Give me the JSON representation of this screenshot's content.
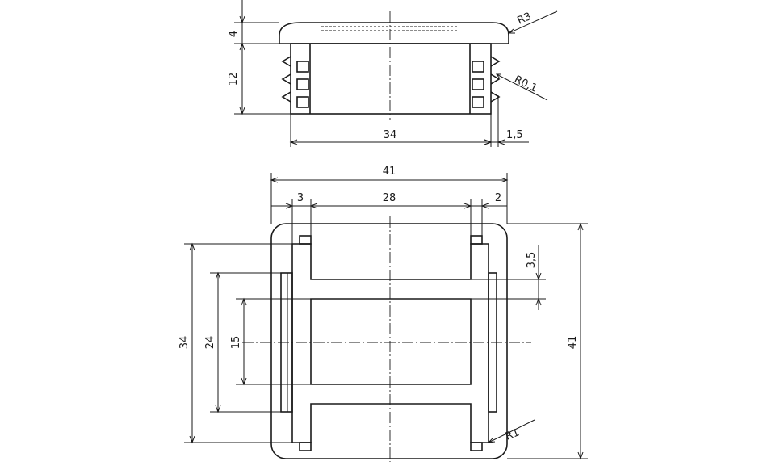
{
  "top_view": {
    "dim_thickness": "4",
    "dim_height": "12",
    "dim_width": "34",
    "dim_offset": "1,5",
    "radius_outer": "R3",
    "radius_rib": "R0,1"
  },
  "front_view": {
    "dim_overall_width": "41",
    "dim_left_wall": "3",
    "dim_inner": "28",
    "dim_right_wall": "2",
    "dim_slot": "3,5",
    "dim_outer_height": "34",
    "dim_mid_height": "24",
    "dim_inner_height": "15",
    "dim_overall_height": "41",
    "radius_corner": "R1"
  }
}
